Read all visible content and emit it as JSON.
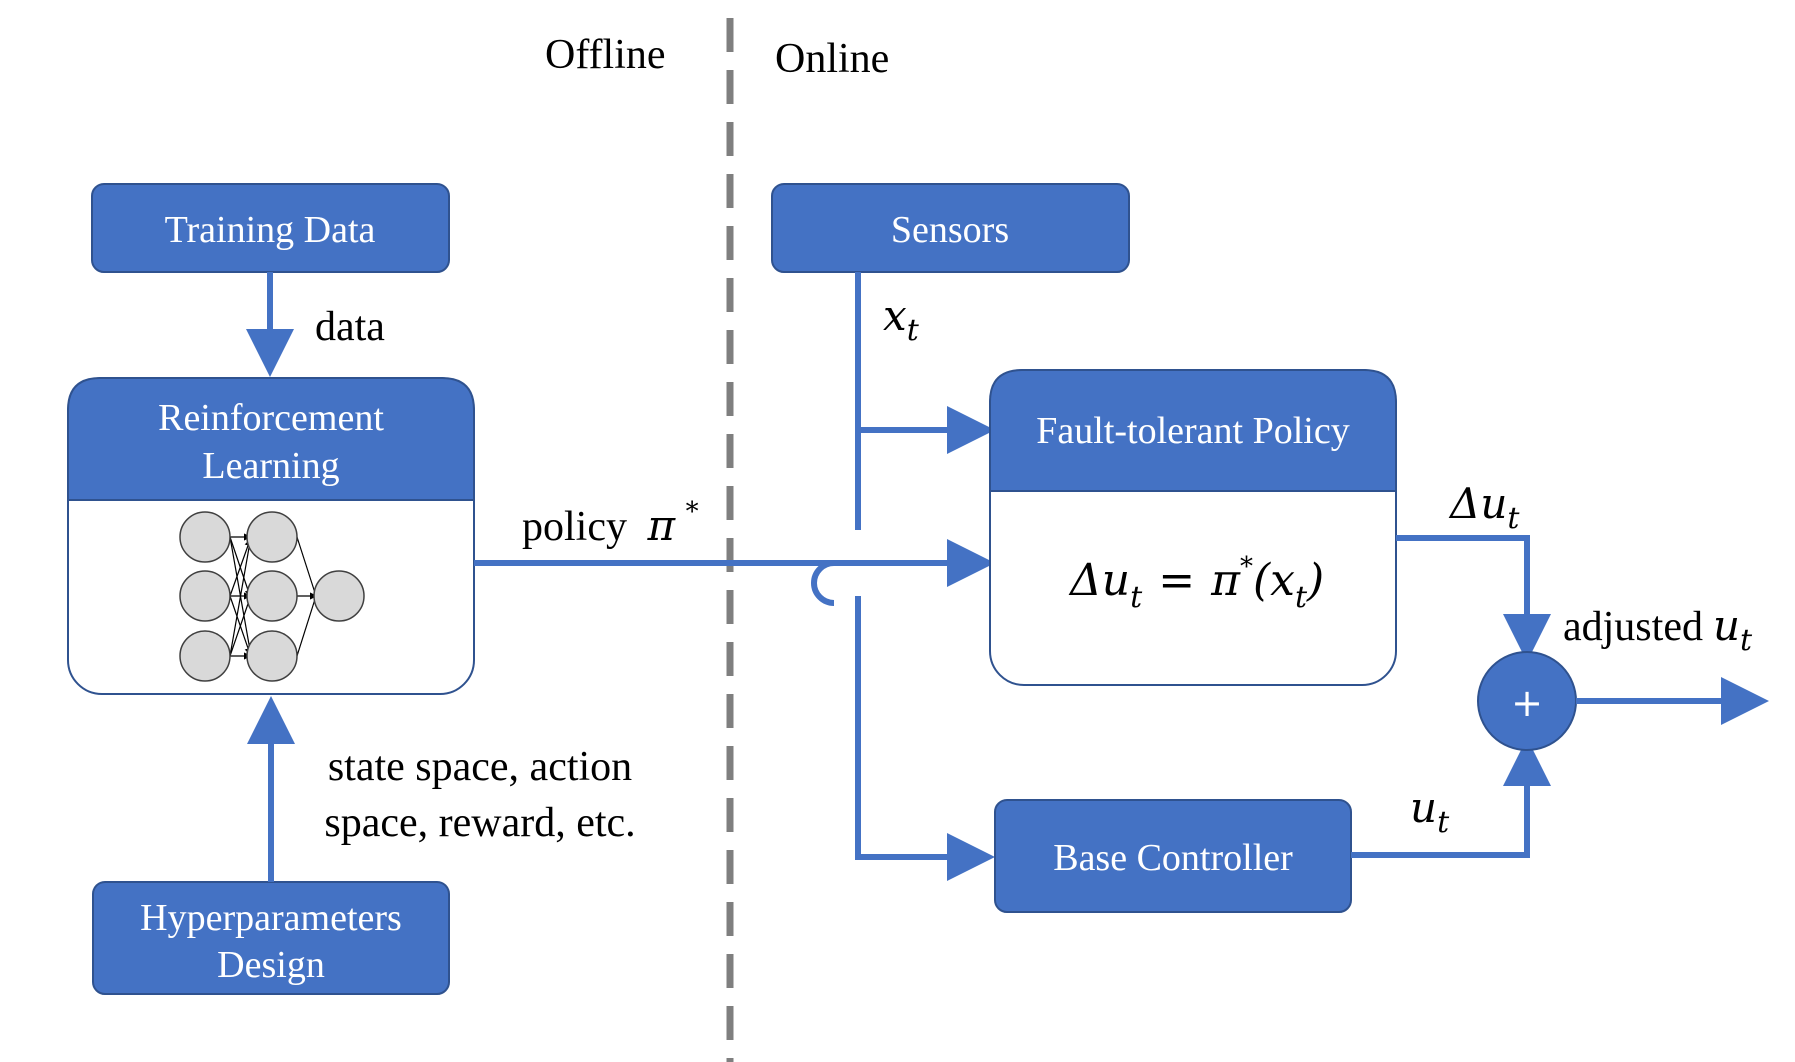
{
  "headers": {
    "offline": "Offline",
    "online": "Online"
  },
  "boxes": {
    "training_data": "Training Data",
    "rl_line1": "Reinforcement",
    "rl_line2": "Learning",
    "hyper_line1": "Hyperparameters",
    "hyper_line2": "Design",
    "sensors": "Sensors",
    "fault_policy": "Fault-tolerant Policy",
    "base_controller": "Base Controller",
    "sum_symbol": "+"
  },
  "labels": {
    "data": "data",
    "policy_word": "policy",
    "policy_symbol": "π",
    "policy_sup": "*",
    "hyper_desc_line1": "state space, action",
    "hyper_desc_line2": "space, reward, etc.",
    "x_var": "x",
    "t_sub": "t",
    "delta_u": "Δu",
    "u_var": "u",
    "adjusted": "adjusted",
    "equation_lhs": "Δu",
    "equation_eq": "=",
    "equation_pi": "π",
    "equation_sup": "*",
    "equation_open": "(x",
    "equation_close": ")"
  },
  "colors": {
    "box_fill": "#4472c4",
    "wire": "#4472c4",
    "box_stroke": "#2f528f",
    "node_fill": "#d9d9d9",
    "divider": "#7f7f7f"
  }
}
